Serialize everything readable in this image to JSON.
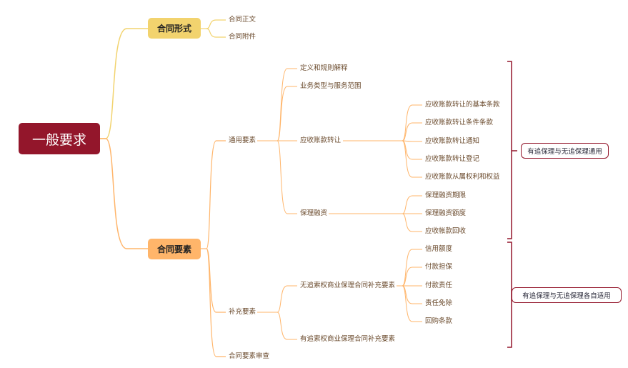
{
  "root": "一般要求",
  "form": {
    "label": "合同形式",
    "children": [
      "合同正文",
      "合同附件"
    ]
  },
  "elements": {
    "label": "合同要素",
    "general": {
      "label": "通用要素",
      "children": [
        "定义和规则解释",
        "业务类型与服务范围"
      ],
      "transfer": {
        "label": "应收账款转让",
        "children": [
          "应收账款转让的基本条款",
          "应收账款转让条件条款",
          "应收账款转让通知",
          "应收账款转让登记",
          "应收账款从属权利和权益"
        ]
      },
      "financing": {
        "label": "保理融资",
        "children": [
          "保理融资期限",
          "保理融资额度",
          "应收帐款回收"
        ]
      }
    },
    "supplement": {
      "label": "补充要素",
      "nonrecourse": {
        "label": "无追索权商业保理合同补充要素",
        "children": [
          "信用额度",
          "付款担保",
          "付款责任",
          "责任免除",
          "回购条款"
        ]
      },
      "recourse": {
        "label": "有追索权商业保理合同补充要素"
      }
    },
    "review": "合同要素审查"
  },
  "notes": [
    "有追保理与无追保理通用",
    "有追保理与无追保理各自适用"
  ],
  "colors": {
    "root": "#93162b",
    "form": "#f2d36e",
    "elements": "#ffb56a",
    "bracket": "#93162b"
  }
}
